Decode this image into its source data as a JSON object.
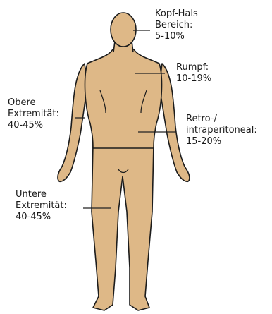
{
  "colors": {
    "skin": "#deb887",
    "outline": "#1c1c1c",
    "leader": "#222222",
    "text": "#1a1a1a"
  },
  "regions": [
    {
      "id": "head",
      "lines": [
        "Kopf-Hals",
        "Bereich:",
        "5-10%"
      ]
    },
    {
      "id": "trunk",
      "lines": [
        "Rumpf:",
        "10-19%"
      ]
    },
    {
      "id": "upper",
      "lines": [
        "Obere",
        "Extremität:",
        "40-45%"
      ]
    },
    {
      "id": "retro",
      "lines": [
        "Retro-/",
        "intraperitoneal:",
        "15-20%"
      ]
    },
    {
      "id": "lower",
      "lines": [
        "Untere",
        "Extremität:",
        "40-45%"
      ]
    }
  ]
}
